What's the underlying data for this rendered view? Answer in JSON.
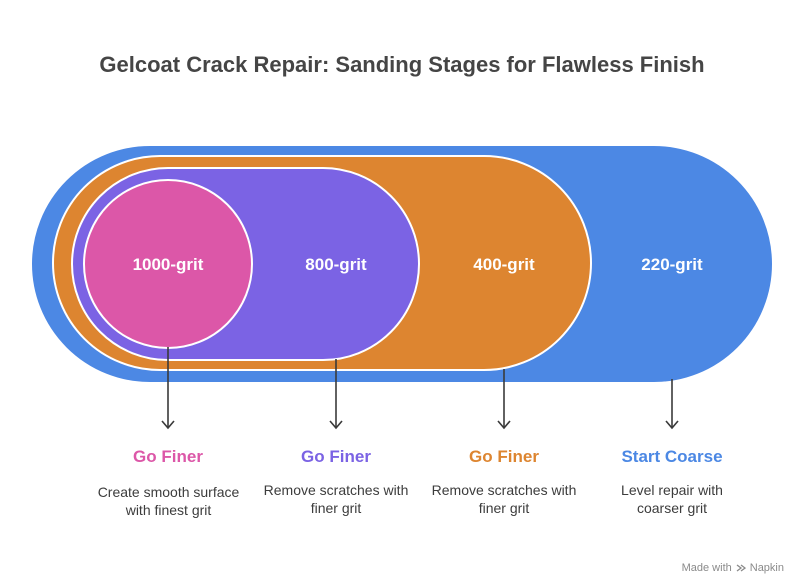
{
  "title": "Gelcoat Crack Repair: Sanding Stages for Flawless Finish",
  "stages": [
    {
      "grit": "1000-grit",
      "label": "Go Finer",
      "description": "Create smooth surface with finest grit",
      "color": "#DC57A8"
    },
    {
      "grit": "800-grit",
      "label": "Go Finer",
      "description": "Remove scratches with finer grit",
      "color": "#7B63E4"
    },
    {
      "grit": "400-grit",
      "label": "Go Finer",
      "description": "Remove scratches with finer grit",
      "color": "#DD8530"
    },
    {
      "grit": "220-grit",
      "label": "Start Coarse",
      "description": "Level repair with coarser grit",
      "color": "#4C88E4"
    }
  ],
  "footer": {
    "made_with": "Made with",
    "brand": "Napkin"
  }
}
